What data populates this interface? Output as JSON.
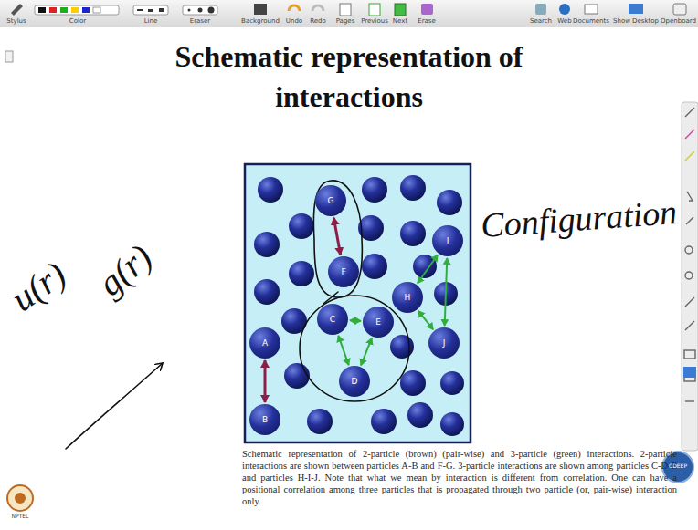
{
  "diagram": {
    "title": "Schematic representation of interactions",
    "caption": "Schematic representation of 2-particle (brown) (pair-wise) and 3-particle (green) interactions. 2-particle interactions are shown between particles A-B and F-G. 3-particle interactions are shown among particles C-D-E and particles H-I-J. Note that what we mean by interaction is different from correlation. One can have a positional correlation among three particles that is propagated through two particle (or, pair-wise) interaction only.",
    "nodes": [
      {
        "text": [
          "G"
        ]
      },
      {
        "text": [
          "I"
        ]
      },
      {
        "text": [
          "F"
        ]
      },
      {
        "text": [
          "H"
        ]
      },
      {
        "text": [
          "C"
        ]
      },
      {
        "text": [
          "E"
        ]
      },
      {
        "text": [
          "J"
        ]
      },
      {
        "text": [
          "A"
        ]
      },
      {
        "text": [
          "D"
        ]
      },
      {
        "text": [
          "B"
        ]
      }
    ],
    "edges": [
      {
        "from": 7,
        "to": 9,
        "arrow": "both"
      },
      {
        "from": 2,
        "to": 0,
        "arrow": "both"
      },
      {
        "from": 4,
        "to": 5,
        "arrow": "both"
      },
      {
        "from": 4,
        "to": 8,
        "arrow": "both"
      },
      {
        "from": 8,
        "to": 5,
        "arrow": "both"
      },
      {
        "from": 3,
        "to": 1,
        "arrow": "both"
      },
      {
        "from": 3,
        "to": 6,
        "arrow": "both"
      },
      {
        "from": 1,
        "to": 6,
        "arrow": "both"
      }
    ],
    "labels": [
      "Stylus",
      "Color",
      "Line",
      "Eraser",
      "Background",
      "Undo",
      "Redo",
      "Pages",
      "Previous",
      "Next",
      "Erase",
      "Search",
      "Web",
      "Documents",
      "Show Desktop",
      "Openboard",
      "Configuration",
      "u(r)",
      "g(r)",
      "NPTEL",
      "CDEEP"
    ]
  }
}
